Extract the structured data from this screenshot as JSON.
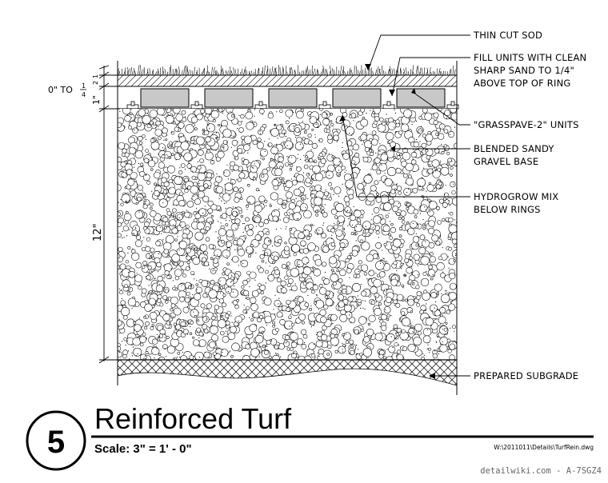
{
  "labels": {
    "sod": "THIN CUT SOD",
    "fill_units": [
      "FILL UNITS WITH CLEAN",
      "SHARP SAND TO 1/4\"",
      "ABOVE TOP OF RING"
    ],
    "grasspave": "\"GRASSPAVE-2\" UNITS",
    "gravel_base": [
      "BLENDED SANDY",
      "GRAVEL BASE"
    ],
    "hydrogrow": [
      "HYDROGROW MIX",
      "BELOW RINGS"
    ],
    "subgrade": "PREPARED SUBGRADE"
  },
  "dimensions": {
    "sand_fill": [
      "0\" TO",
      "1",
      "4"
    ],
    "sod_depth_top": "1",
    "sod_depth_bottom": "2",
    "ring_depth": "1\"",
    "base_depth": "12\""
  },
  "title_block": {
    "detail_number": "5",
    "title": "Reinforced Turf",
    "scale": "Scale: 3\" = 1' - 0\"",
    "file_path": "W:\\2011011\\Details\\TurfRein.dwg",
    "credit": "detailwiki.com - A-7SGZ4"
  }
}
